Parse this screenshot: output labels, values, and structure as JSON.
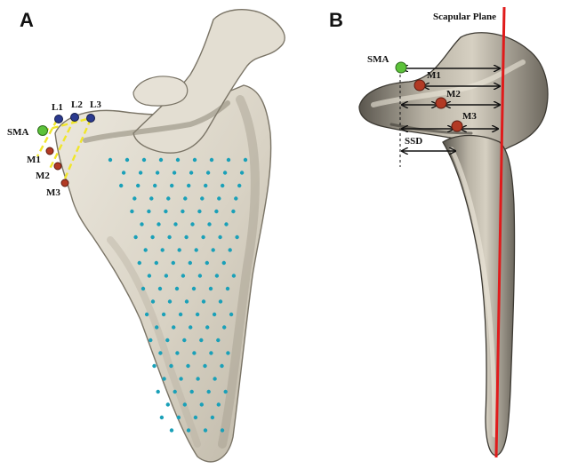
{
  "panels": {
    "a": {
      "letter": "A"
    },
    "b": {
      "letter": "B"
    }
  },
  "labels": {
    "sma": "SMA",
    "l1": "L1",
    "l2": "L2",
    "l3": "L3",
    "m1": "M1",
    "m2": "M2",
    "m3": "M3",
    "ssd": "SSD",
    "scapular_plane": "Scapular Plane"
  },
  "colors": {
    "bone": "#d8d2c4",
    "bone_shadow": "#8a8478",
    "bone_dark": "#4e4a43",
    "sma_point": "#5cc23a",
    "landmark_lateral": "#2b3a8f",
    "landmark_medial": "#b23a24",
    "sample_dot": "#1aa0b8",
    "guide_line": "#f0e62a",
    "scapular_plane": "#e01b1b",
    "arrow": "#111111"
  }
}
